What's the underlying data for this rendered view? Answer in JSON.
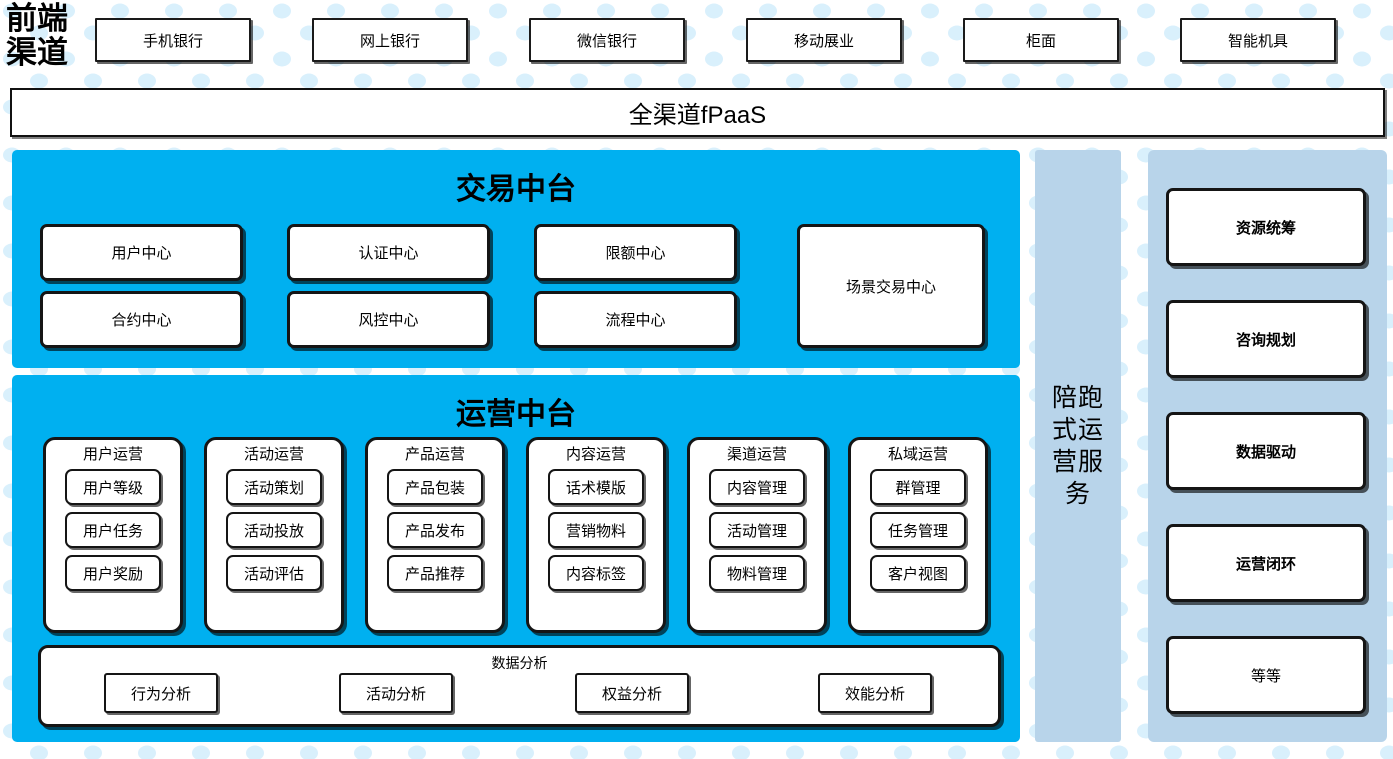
{
  "header": {
    "channel_label": "前端\n渠道",
    "channels": [
      {
        "label": "手机银行"
      },
      {
        "label": "网上银行"
      },
      {
        "label": "微信银行"
      },
      {
        "label": "移动展业"
      },
      {
        "label": "柜面"
      },
      {
        "label": "智能机具"
      }
    ],
    "platform_band": "全渠道fPaaS"
  },
  "trade_center": {
    "title": "交易中台",
    "modules": [
      {
        "label": "用户中心"
      },
      {
        "label": "认证中心"
      },
      {
        "label": "限额中心"
      },
      {
        "label": "合约中心"
      },
      {
        "label": "风控中心"
      },
      {
        "label": "流程中心"
      },
      {
        "label": "场景交易中心"
      }
    ]
  },
  "operation_center": {
    "title": "运营中台",
    "columns": [
      {
        "title": "用户运营",
        "items": [
          "用户等级",
          "用户任务",
          "用户奖励"
        ]
      },
      {
        "title": "活动运营",
        "items": [
          "活动策划",
          "活动投放",
          "活动评估"
        ]
      },
      {
        "title": "产品运营",
        "items": [
          "产品包装",
          "产品发布",
          "产品推荐"
        ]
      },
      {
        "title": "内容运营",
        "items": [
          "话术模版",
          "营销物料",
          "内容标签"
        ]
      },
      {
        "title": "渠道运营",
        "items": [
          "内容管理",
          "活动管理",
          "物料管理"
        ]
      },
      {
        "title": "私域运营",
        "items": [
          "群管理",
          "任务管理",
          "客户视图"
        ]
      }
    ],
    "analysis": {
      "title": "数据分析",
      "items": [
        "行为分析",
        "活动分析",
        "权益分析",
        "效能分析"
      ]
    }
  },
  "service_strip": {
    "label": "陪跑式运营服务"
  },
  "service_cards": [
    {
      "label": "资源统筹",
      "bold": true
    },
    {
      "label": "咨询规划",
      "bold": true
    },
    {
      "label": "数据驱动",
      "bold": true
    },
    {
      "label": "运营闭环",
      "bold": true
    },
    {
      "label": "等等",
      "bold": false
    }
  ],
  "colors": {
    "panel_blue": "#00b0f0",
    "side_blue": "#b8d4ea",
    "dot_blue": "#d6eefb",
    "border": "#151515",
    "background": "#ffffff"
  }
}
